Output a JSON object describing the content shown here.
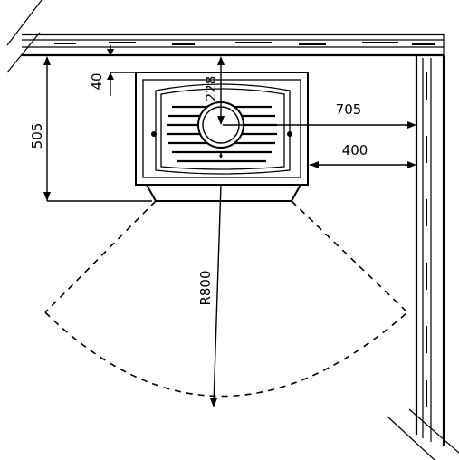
{
  "diagram": {
    "dimensions": {
      "wall_clearance_top": "505",
      "gap_top": "40",
      "heater_depth": "228",
      "center_to_side_wall": "705",
      "side_clearance": "400",
      "safety_radius": "R800"
    }
  }
}
